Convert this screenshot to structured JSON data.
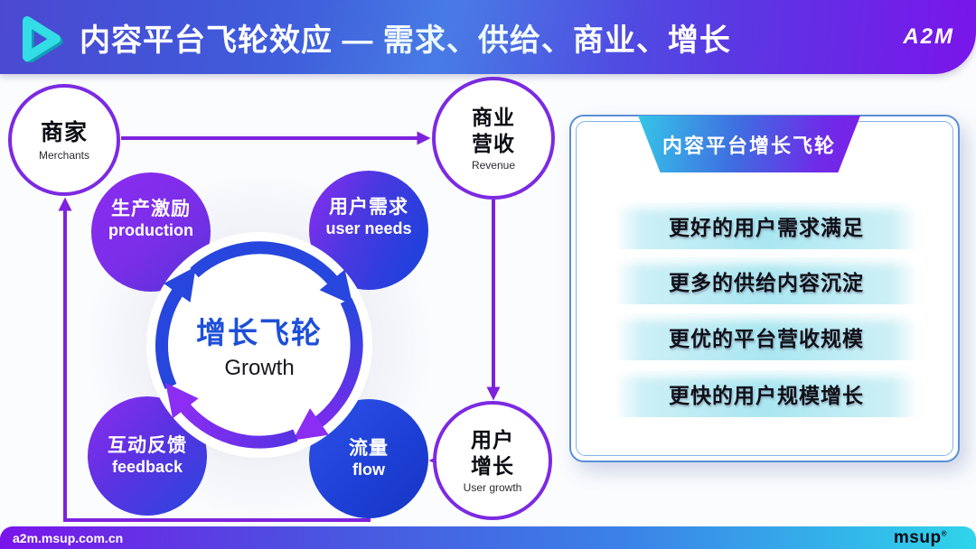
{
  "header": {
    "title": "内容平台飞轮效应 — 需求、供给、商业、增长",
    "logo_text": "A2M",
    "play_icon": "play-triangle-icon"
  },
  "nodes": {
    "merchants": {
      "zh": "商家",
      "en": "Merchants"
    },
    "revenue": {
      "zh1": "商业",
      "zh2": "营收",
      "en": "Revenue"
    },
    "userGrowth": {
      "zh1": "用户",
      "zh2": "增长",
      "en": "User growth"
    },
    "production": {
      "zh": "生产激励",
      "en": "production"
    },
    "userNeeds": {
      "zh": "用户需求",
      "en": "user needs"
    },
    "feedback": {
      "zh": "互动反馈",
      "en": "feedback"
    },
    "flow": {
      "zh": "流量",
      "en": "flow"
    },
    "center": {
      "zh": "增长飞轮",
      "en": "Growth"
    }
  },
  "panel": {
    "title": "内容平台增长飞轮",
    "items": [
      "更好的用户需求满足",
      "更多的供给内容沉淀",
      "更优的平台营收规模",
      "更快的用户规模增长"
    ]
  },
  "footer": {
    "url": "a2m.msup.com.cn",
    "brand": "msup",
    "brand_mark": "®"
  },
  "colors": {
    "connector_purple": "#7d22dd",
    "arc_blue": "#2746dd",
    "arc_purple": "#8b2df2",
    "circle_border_purple": "#7c2ae2",
    "bar_cyan": "#a9e6f1",
    "header_gradient_left": "#4b49d2",
    "header_gradient_right": "#7a15ea",
    "footer_cyan": "#2fd4ea"
  }
}
